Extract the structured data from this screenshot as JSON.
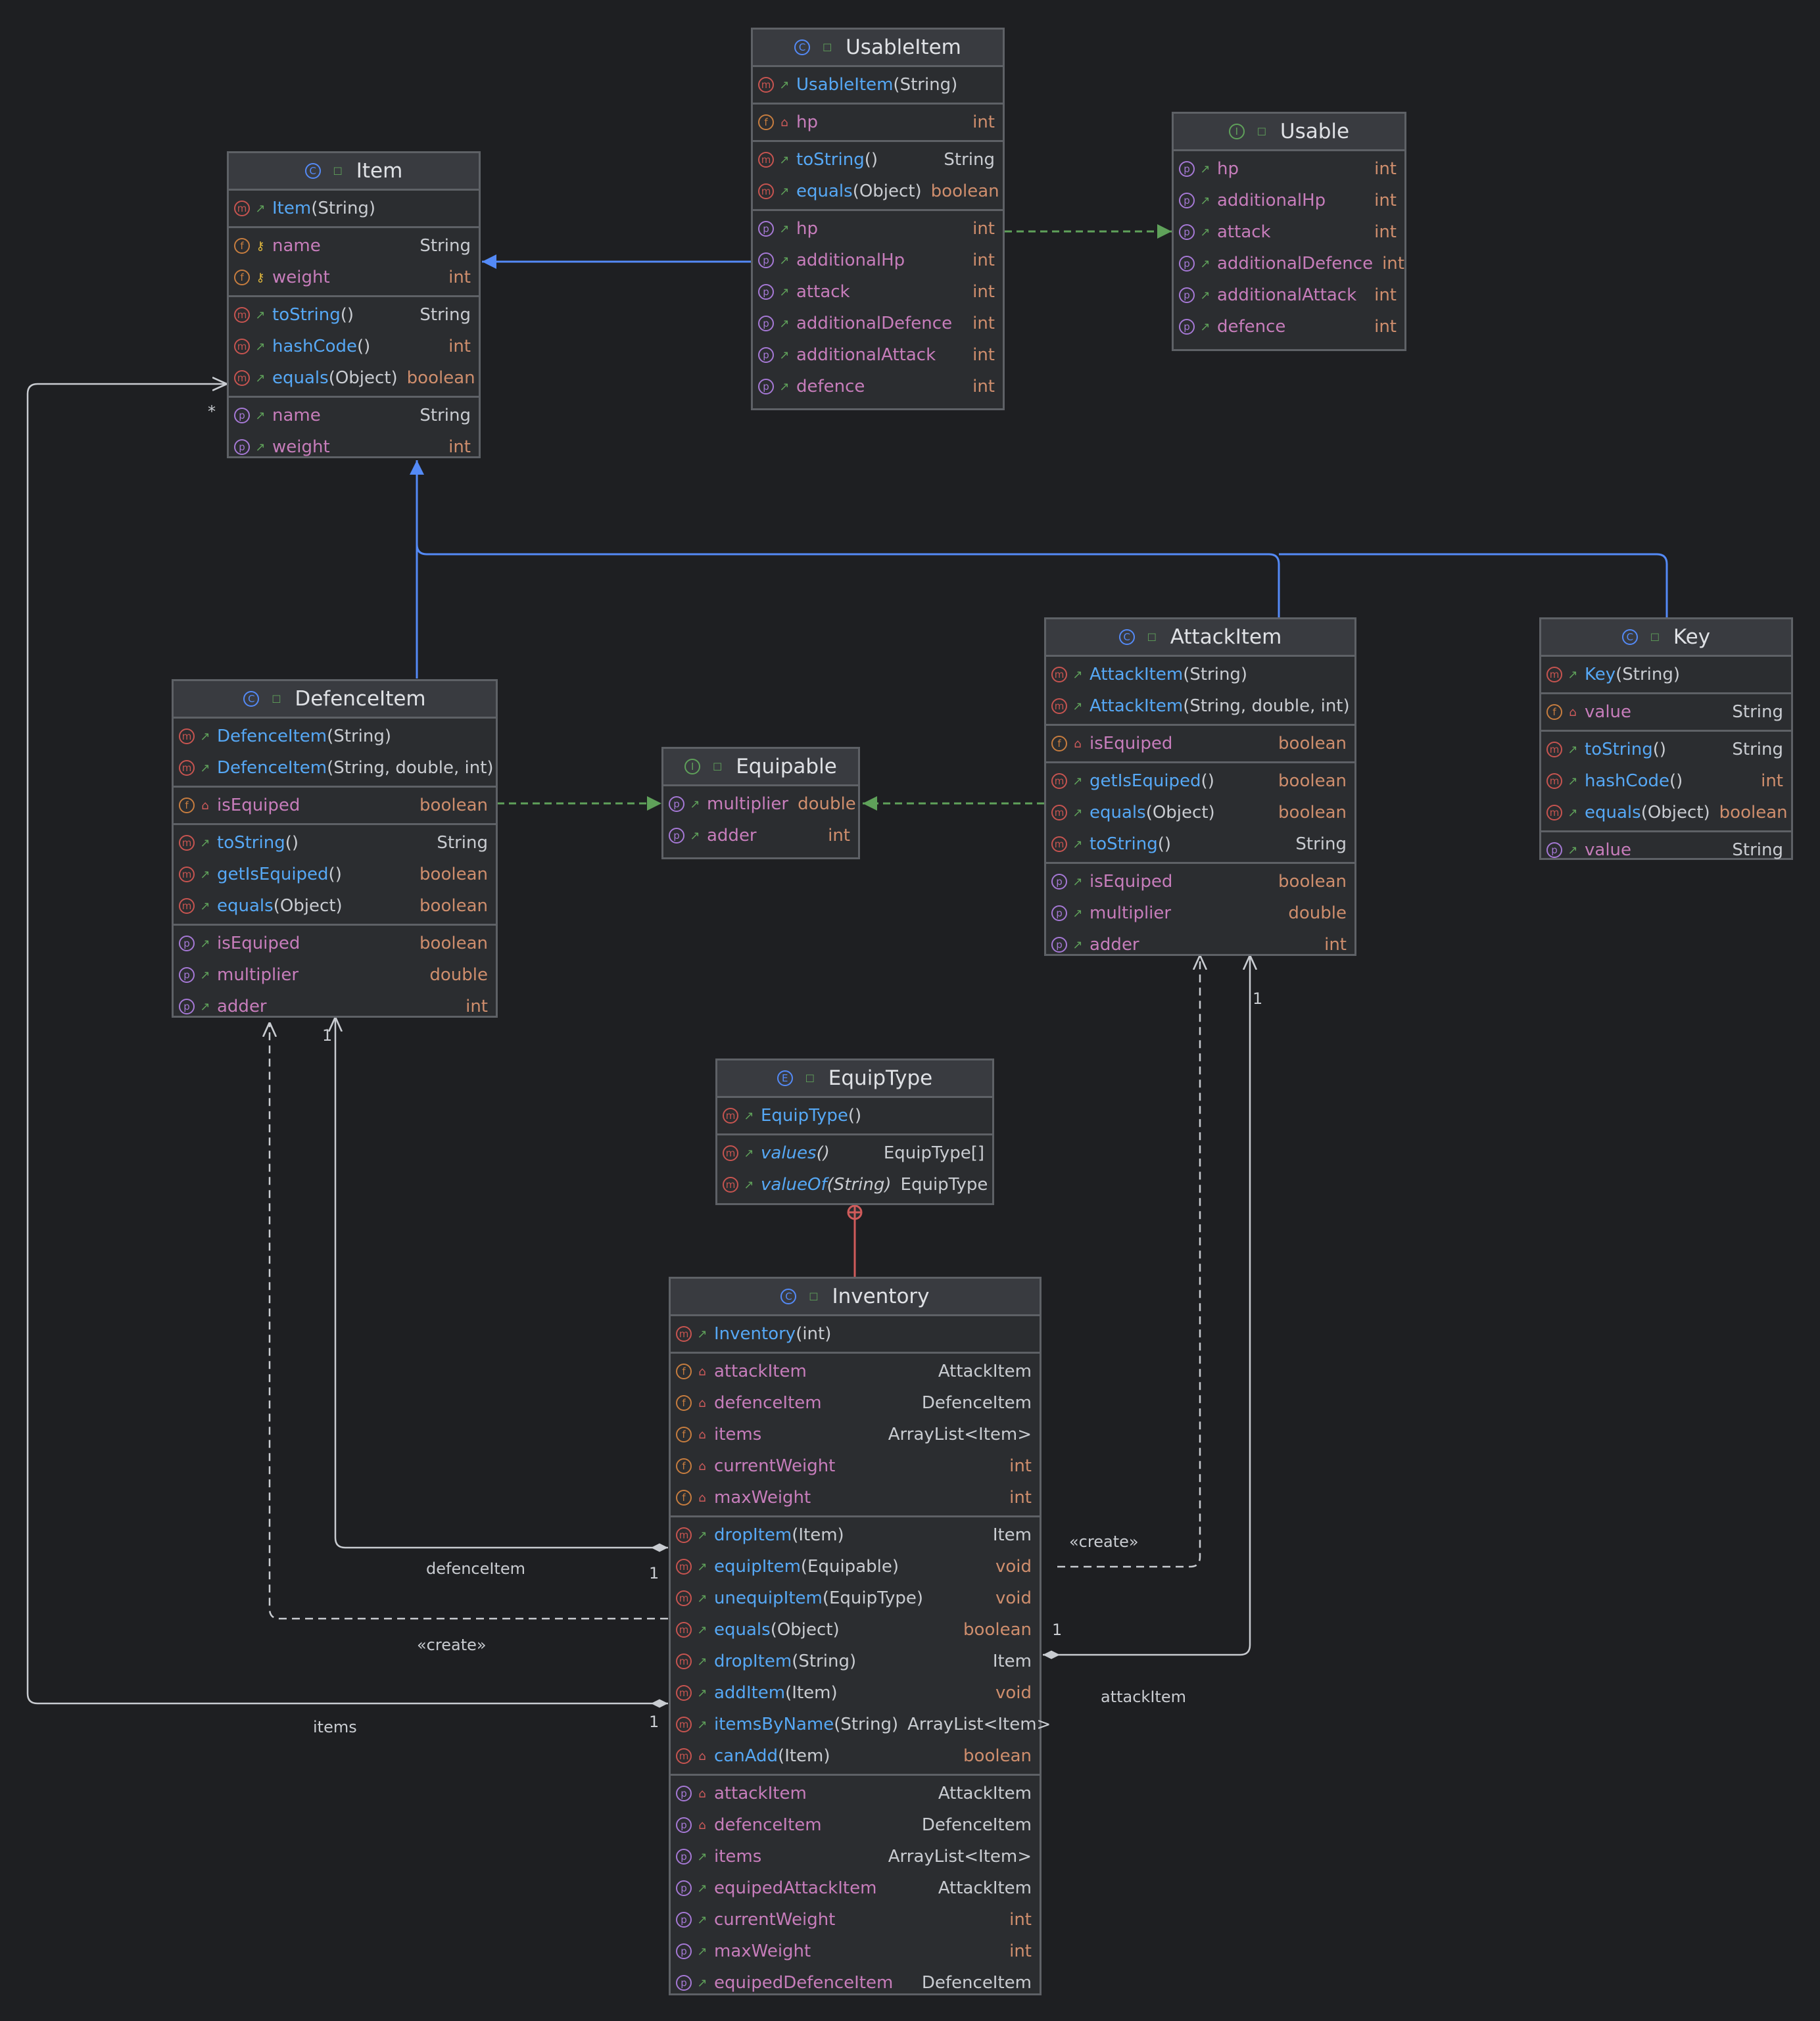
{
  "classes": [
    {
      "key": "usableitem",
      "kind": "c",
      "name": "UsableItem",
      "sections": [
        [
          {
            "icon": "m",
            "vis": "pub",
            "name": "UsableItem",
            "args": "(String)",
            "kind": "mt"
          }
        ],
        [
          {
            "icon": "f",
            "vis": "priv",
            "name": "hp",
            "type": "int",
            "kind": "fl"
          }
        ],
        [
          {
            "icon": "m",
            "vis": "pub",
            "name": "toString",
            "args": "()",
            "type": "String",
            "kind": "mt"
          },
          {
            "icon": "m",
            "vis": "pub",
            "name": "equals",
            "args": "(Object)",
            "type": "boolean",
            "kind": "mt"
          }
        ],
        [
          {
            "icon": "p",
            "vis": "pub",
            "name": "hp",
            "type": "int",
            "kind": "pr"
          },
          {
            "icon": "p",
            "vis": "pub",
            "name": "additionalHp",
            "type": "int",
            "kind": "pr"
          },
          {
            "icon": "p",
            "vis": "pub",
            "name": "attack",
            "type": "int",
            "kind": "pr"
          },
          {
            "icon": "p",
            "vis": "pub",
            "name": "additionalDefence",
            "type": "int",
            "kind": "pr"
          },
          {
            "icon": "p",
            "vis": "pub",
            "name": "additionalAttack",
            "type": "int",
            "kind": "pr"
          },
          {
            "icon": "p",
            "vis": "pub",
            "name": "defence",
            "type": "int",
            "kind": "pr"
          }
        ]
      ]
    },
    {
      "key": "usable",
      "kind": "i",
      "name": "Usable",
      "sections": [
        [
          {
            "icon": "p",
            "vis": "pub",
            "name": "hp",
            "type": "int",
            "kind": "pr"
          },
          {
            "icon": "p",
            "vis": "pub",
            "name": "additionalHp",
            "type": "int",
            "kind": "pr"
          },
          {
            "icon": "p",
            "vis": "pub",
            "name": "attack",
            "type": "int",
            "kind": "pr"
          },
          {
            "icon": "p",
            "vis": "pub",
            "name": "additionalDefence",
            "type": "int",
            "kind": "pr"
          },
          {
            "icon": "p",
            "vis": "pub",
            "name": "additionalAttack",
            "type": "int",
            "kind": "pr"
          },
          {
            "icon": "p",
            "vis": "pub",
            "name": "defence",
            "type": "int",
            "kind": "pr"
          }
        ]
      ]
    },
    {
      "key": "item",
      "kind": "c",
      "name": "Item",
      "sections": [
        [
          {
            "icon": "m",
            "vis": "pub",
            "name": "Item",
            "args": "(String)",
            "kind": "mt"
          }
        ],
        [
          {
            "icon": "f",
            "vis": "pkg",
            "name": "name",
            "type": "String",
            "kind": "fl"
          },
          {
            "icon": "f",
            "vis": "pkg",
            "name": "weight",
            "type": "int",
            "kind": "fl"
          }
        ],
        [
          {
            "icon": "m",
            "vis": "pub",
            "name": "toString",
            "args": "()",
            "type": "String",
            "kind": "mt"
          },
          {
            "icon": "m",
            "vis": "pub",
            "name": "hashCode",
            "args": "()",
            "type": "int",
            "kind": "mt"
          },
          {
            "icon": "m",
            "vis": "pub",
            "name": "equals",
            "args": "(Object)",
            "type": "boolean",
            "kind": "mt"
          }
        ],
        [
          {
            "icon": "p",
            "vis": "pub",
            "name": "name",
            "type": "String",
            "kind": "pr"
          },
          {
            "icon": "p",
            "vis": "pub",
            "name": "weight",
            "type": "int",
            "kind": "pr"
          }
        ]
      ]
    },
    {
      "key": "attackitem",
      "kind": "c",
      "name": "AttackItem",
      "sections": [
        [
          {
            "icon": "m",
            "vis": "pub",
            "name": "AttackItem",
            "args": "(String)",
            "kind": "mt"
          },
          {
            "icon": "m",
            "vis": "pub",
            "name": "AttackItem",
            "args": "(String, double, int)",
            "kind": "mt"
          }
        ],
        [
          {
            "icon": "f",
            "vis": "priv",
            "name": "isEquiped",
            "type": "boolean",
            "kind": "fl"
          }
        ],
        [
          {
            "icon": "m",
            "vis": "pub",
            "name": "getIsEquiped",
            "args": "()",
            "type": "boolean",
            "kind": "mt"
          },
          {
            "icon": "m",
            "vis": "pub",
            "name": "equals",
            "args": "(Object)",
            "type": "boolean",
            "kind": "mt"
          },
          {
            "icon": "m",
            "vis": "pub",
            "name": "toString",
            "args": "()",
            "type": "String",
            "kind": "mt"
          }
        ],
        [
          {
            "icon": "p",
            "vis": "pub",
            "name": "isEquiped",
            "type": "boolean",
            "kind": "pr"
          },
          {
            "icon": "p",
            "vis": "pub",
            "name": "multiplier",
            "type": "double",
            "kind": "pr"
          },
          {
            "icon": "p",
            "vis": "pub",
            "name": "adder",
            "type": "int",
            "kind": "pr"
          }
        ]
      ]
    },
    {
      "key": "key",
      "kind": "c",
      "name": "Key",
      "sections": [
        [
          {
            "icon": "m",
            "vis": "pub",
            "name": "Key",
            "args": "(String)",
            "kind": "mt"
          }
        ],
        [
          {
            "icon": "f",
            "vis": "priv",
            "name": "value",
            "type": "String",
            "kind": "fl"
          }
        ],
        [
          {
            "icon": "m",
            "vis": "pub",
            "name": "toString",
            "args": "()",
            "type": "String",
            "kind": "mt"
          },
          {
            "icon": "m",
            "vis": "pub",
            "name": "hashCode",
            "args": "()",
            "type": "int",
            "kind": "mt"
          },
          {
            "icon": "m",
            "vis": "pub",
            "name": "equals",
            "args": "(Object)",
            "type": "boolean",
            "kind": "mt"
          }
        ],
        [
          {
            "icon": "p",
            "vis": "pub",
            "name": "value",
            "type": "String",
            "kind": "pr"
          }
        ]
      ]
    },
    {
      "key": "defenceitem",
      "kind": "c",
      "name": "DefenceItem",
      "sections": [
        [
          {
            "icon": "m",
            "vis": "pub",
            "name": "DefenceItem",
            "args": "(String)",
            "kind": "mt"
          },
          {
            "icon": "m",
            "vis": "pub",
            "name": "DefenceItem",
            "args": "(String, double, int)",
            "kind": "mt"
          }
        ],
        [
          {
            "icon": "f",
            "vis": "priv",
            "name": "isEquiped",
            "type": "boolean",
            "kind": "fl"
          }
        ],
        [
          {
            "icon": "m",
            "vis": "pub",
            "name": "toString",
            "args": "()",
            "type": "String",
            "kind": "mt"
          },
          {
            "icon": "m",
            "vis": "pub",
            "name": "getIsEquiped",
            "args": "()",
            "type": "boolean",
            "kind": "mt"
          },
          {
            "icon": "m",
            "vis": "pub",
            "name": "equals",
            "args": "(Object)",
            "type": "boolean",
            "kind": "mt"
          }
        ],
        [
          {
            "icon": "p",
            "vis": "pub",
            "name": "isEquiped",
            "type": "boolean",
            "kind": "pr"
          },
          {
            "icon": "p",
            "vis": "pub",
            "name": "multiplier",
            "type": "double",
            "kind": "pr"
          },
          {
            "icon": "p",
            "vis": "pub",
            "name": "adder",
            "type": "int",
            "kind": "pr"
          }
        ]
      ]
    },
    {
      "key": "equipable",
      "kind": "i",
      "name": "Equipable",
      "sections": [
        [
          {
            "icon": "p",
            "vis": "pub",
            "name": "multiplier",
            "type": "double",
            "kind": "pr"
          },
          {
            "icon": "p",
            "vis": "pub",
            "name": "adder",
            "type": "int",
            "kind": "pr"
          }
        ]
      ]
    },
    {
      "key": "equiptype",
      "kind": "e",
      "name": "EquipType",
      "sections": [
        [
          {
            "icon": "m",
            "vis": "pub",
            "name": "EquipType",
            "args": "()",
            "kind": "mt"
          }
        ],
        [
          {
            "icon": "m",
            "vis": "pub",
            "name": "values",
            "args": "()",
            "type": "EquipType[]",
            "kind": "mt",
            "italic": true
          },
          {
            "icon": "m",
            "vis": "pub",
            "name": "valueOf",
            "args": "(String)",
            "type": "EquipType",
            "kind": "mt",
            "italic": true
          }
        ]
      ]
    },
    {
      "key": "inventory",
      "kind": "c",
      "name": "Inventory",
      "sections": [
        [
          {
            "icon": "m",
            "vis": "pub",
            "name": "Inventory",
            "args": "(int)",
            "kind": "mt"
          }
        ],
        [
          {
            "icon": "f",
            "vis": "priv",
            "name": "attackItem",
            "type": "AttackItem",
            "kind": "fl"
          },
          {
            "icon": "f",
            "vis": "priv",
            "name": "defenceItem",
            "type": "DefenceItem",
            "kind": "fl"
          },
          {
            "icon": "f",
            "vis": "priv",
            "name": "items",
            "type": "ArrayList<Item>",
            "kind": "fl"
          },
          {
            "icon": "f",
            "vis": "priv",
            "name": "currentWeight",
            "type": "int",
            "kind": "fl"
          },
          {
            "icon": "f",
            "vis": "priv",
            "name": "maxWeight",
            "type": "int",
            "kind": "fl"
          }
        ],
        [
          {
            "icon": "m",
            "vis": "pub",
            "name": "dropItem",
            "args": "(Item)",
            "type": "Item",
            "kind": "mt"
          },
          {
            "icon": "m",
            "vis": "pub",
            "name": "equipItem",
            "args": "(Equipable)",
            "type": "void",
            "kind": "mt"
          },
          {
            "icon": "m",
            "vis": "pub",
            "name": "unequipItem",
            "args": "(EquipType)",
            "type": "void",
            "kind": "mt"
          },
          {
            "icon": "m",
            "vis": "pub",
            "name": "equals",
            "args": "(Object)",
            "type": "boolean",
            "kind": "mt"
          },
          {
            "icon": "m",
            "vis": "pub",
            "name": "dropItem",
            "args": "(String)",
            "type": "Item",
            "kind": "mt"
          },
          {
            "icon": "m",
            "vis": "pub",
            "name": "addItem",
            "args": "(Item)",
            "type": "void",
            "kind": "mt"
          },
          {
            "icon": "m",
            "vis": "pub",
            "name": "itemsByName",
            "args": "(String)",
            "type": "ArrayList<Item>",
            "kind": "mt"
          },
          {
            "icon": "m",
            "vis": "priv",
            "name": "canAdd",
            "args": "(Item)",
            "type": "boolean",
            "kind": "mt"
          }
        ],
        [
          {
            "icon": "p",
            "vis": "priv",
            "name": "attackItem",
            "type": "AttackItem",
            "kind": "pr"
          },
          {
            "icon": "p",
            "vis": "priv",
            "name": "defenceItem",
            "type": "DefenceItem",
            "kind": "pr"
          },
          {
            "icon": "p",
            "vis": "pub",
            "name": "items",
            "type": "ArrayList<Item>",
            "kind": "pr"
          },
          {
            "icon": "p",
            "vis": "pub",
            "name": "equipedAttackItem",
            "type": "AttackItem",
            "kind": "pr"
          },
          {
            "icon": "p",
            "vis": "pub",
            "name": "currentWeight",
            "type": "int",
            "kind": "pr"
          },
          {
            "icon": "p",
            "vis": "pub",
            "name": "maxWeight",
            "type": "int",
            "kind": "pr"
          },
          {
            "icon": "p",
            "vis": "pub",
            "name": "equipedDefenceItem",
            "type": "DefenceItem",
            "kind": "pr"
          }
        ]
      ]
    }
  ],
  "labels": {
    "item_star": "*",
    "defence_one_top": "1",
    "attack_one_top": "1",
    "defence_item": "defenceItem",
    "defence_one_bottom": "1",
    "create_right": "«create»",
    "create_left": "«create»",
    "attack_one_bottom": "1",
    "attack_item": "attackItem",
    "items_one": "1",
    "items": "items"
  },
  "colors": {
    "background": "#1e1f22",
    "inheritance": "#548af7",
    "realization": "#5fa15a",
    "dependency": "#c9ccd1",
    "nested": "#d05b5b"
  }
}
